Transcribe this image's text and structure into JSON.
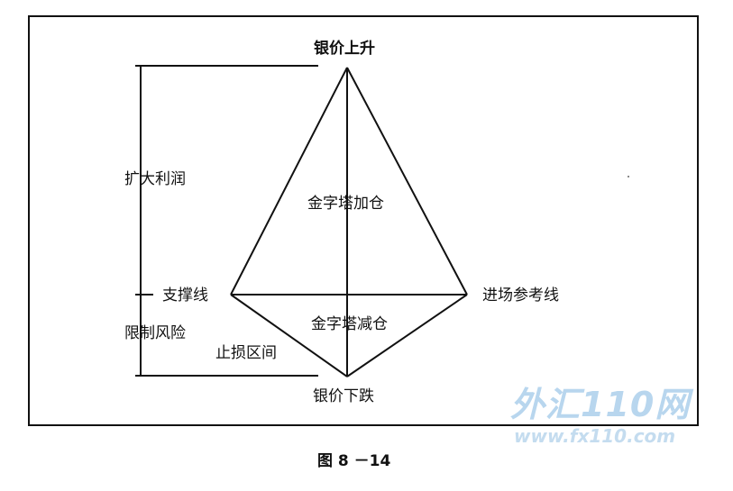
{
  "labels": {
    "top": "银价上升",
    "bottom": "银价下跌",
    "expand_profit": "扩大利润",
    "support_line": "支撑线",
    "limit_risk": "限制风险",
    "stop_loss": "止损区间",
    "entry_line": "进场参考线",
    "pyramid_add": "金字塔加仓",
    "pyramid_reduce": "金字塔减仓"
  },
  "caption": "图 8 －14",
  "watermark": {
    "title": "外汇110网",
    "url": "www.fx110.com"
  },
  "colors": {
    "line": "#111111",
    "watermark": "#b8d6ee"
  }
}
